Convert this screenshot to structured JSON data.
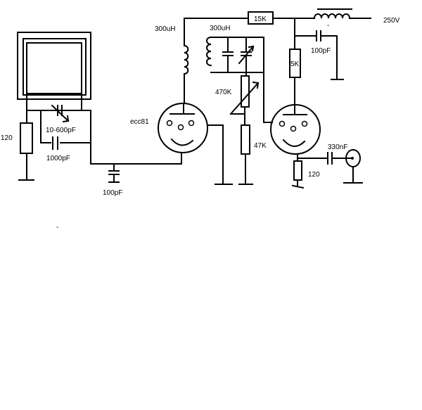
{
  "diagram": {
    "labels": {
      "top_resistor": "15K",
      "supply_voltage": "250V",
      "anode_coil": "300uH",
      "tank_coil": "300uH",
      "left_variable_cap": "10-600pF",
      "left_resistor": "120",
      "left_cap": "1000pF",
      "grid_cap": "100pF",
      "tube_left": "ecc81",
      "pot": "470K",
      "pot_resistor": "47K",
      "anode_resistor": "5K",
      "decoupling_cap": "100pF",
      "output_cap": "330nF",
      "cathode_resistor": "120",
      "choke_tick": "-",
      "stray_tick": "-"
    }
  }
}
